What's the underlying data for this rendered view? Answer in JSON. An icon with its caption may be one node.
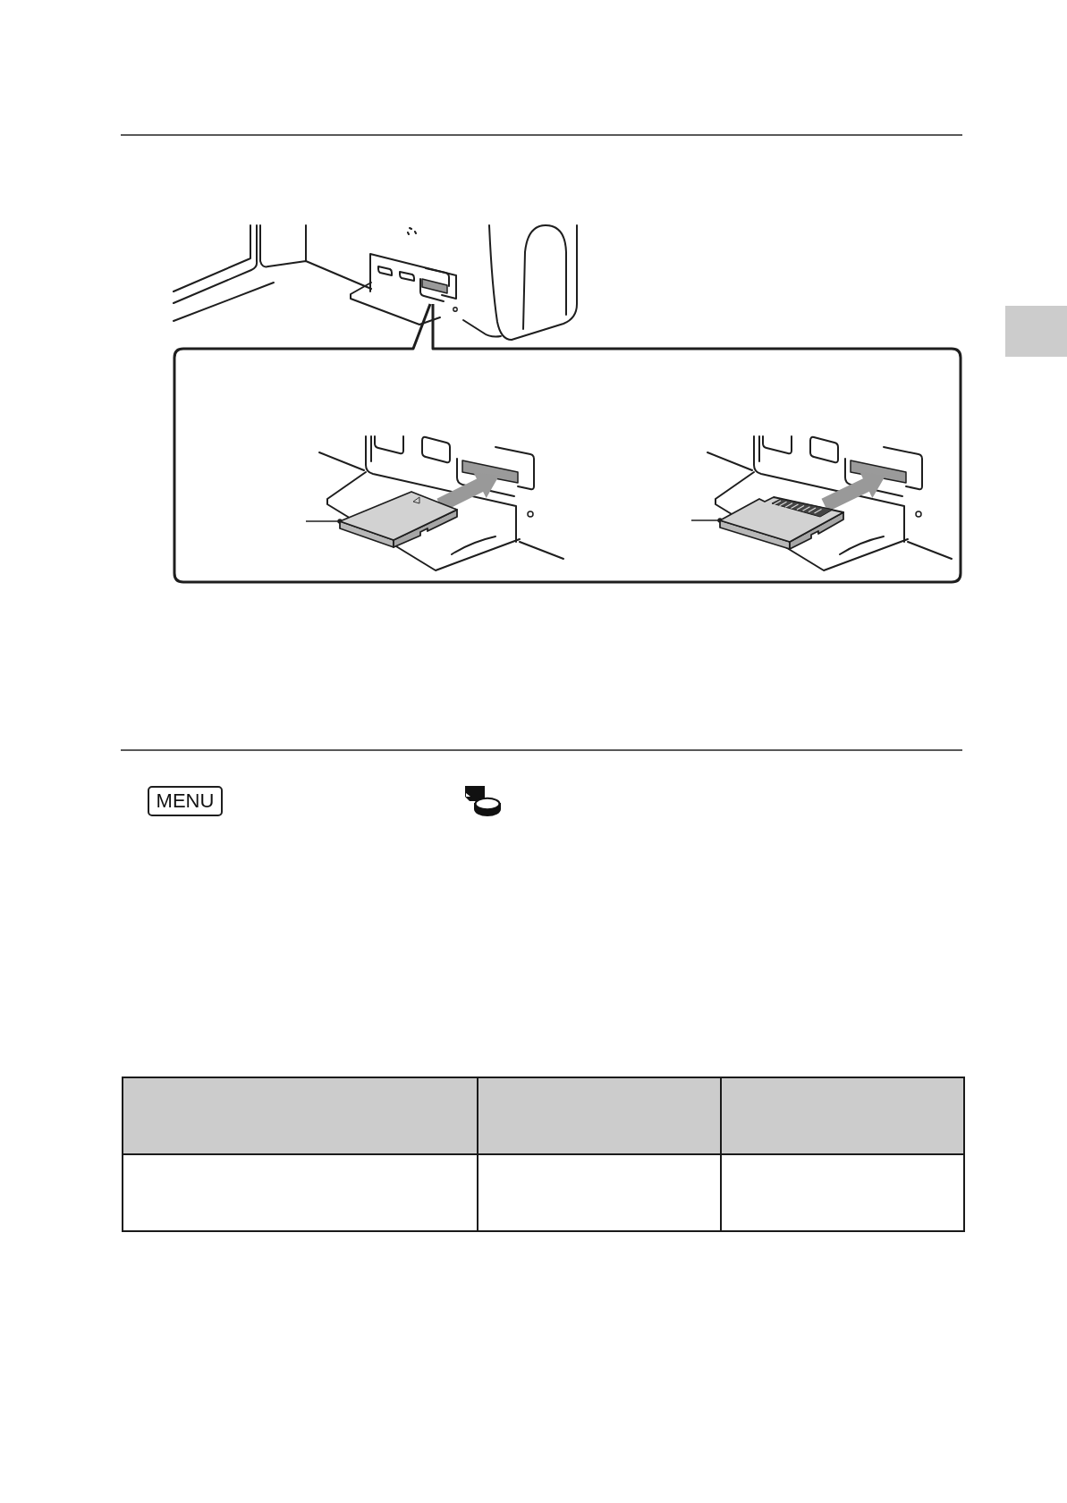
{
  "diagram": {
    "nodes": [
      {
        "text": [],
        "shape": "picture"
      },
      {
        "text": [],
        "shape": "picture"
      },
      {
        "text": [
          "MENU"
        ]
      }
    ],
    "edges": [
      {
        "from": null,
        "to": 0,
        "arrow": "other"
      },
      {
        "from": null,
        "to": 1,
        "arrow": "other"
      }
    ]
  }
}
